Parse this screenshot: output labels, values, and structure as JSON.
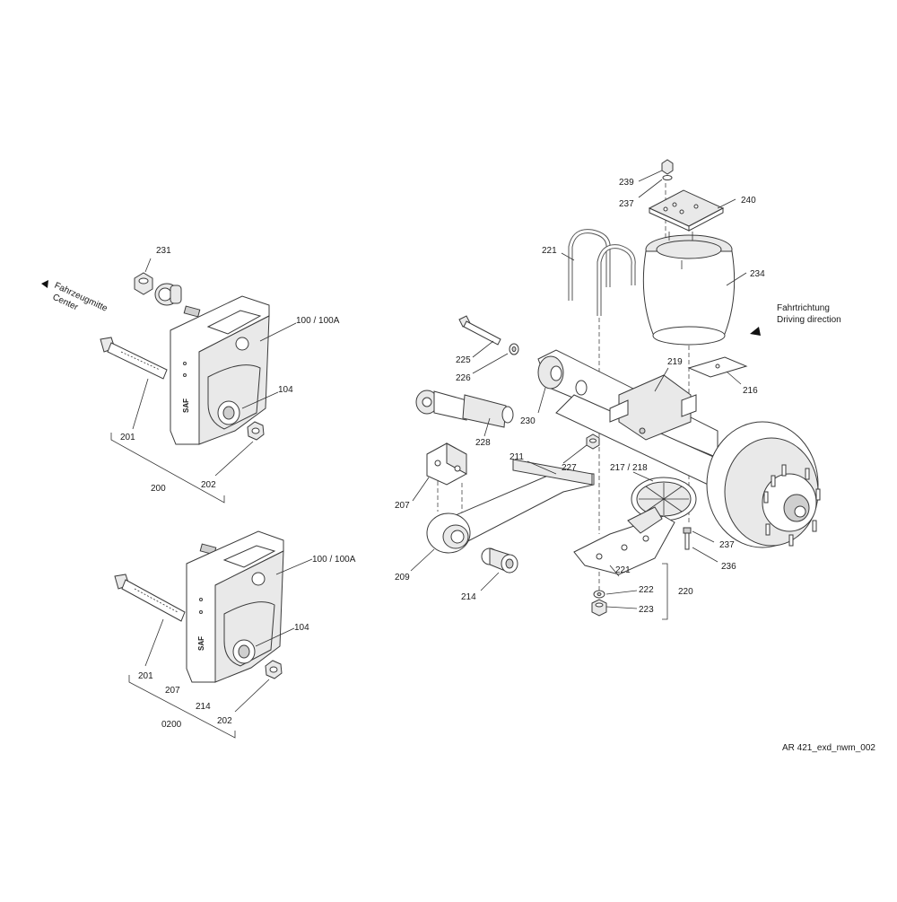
{
  "labels": {
    "l231": "231",
    "l100a": "100 / 100A",
    "l104a": "104",
    "l201a": "201",
    "l200": "200",
    "l202a": "202",
    "l100b": "100 / 100A",
    "l104b": "104",
    "l201b": "201",
    "l207b": "207",
    "l214b": "214",
    "l0200": "0200",
    "l202b": "202",
    "l239": "239",
    "l237a": "237",
    "l240": "240",
    "l221a": "221",
    "l234": "234",
    "l225": "225",
    "l226": "226",
    "l219": "219",
    "l216": "216",
    "l230": "230",
    "l228": "228",
    "l227": "227",
    "l211": "211",
    "l21718": "217 / 218",
    "l207": "207",
    "l209": "209",
    "l214": "214",
    "l237b": "237",
    "l236": "236",
    "l221b": "221",
    "l222": "222",
    "l220": "220",
    "l223": "223"
  },
  "notes": {
    "center_de": "Fahrzeugmitte",
    "center_en": "Center",
    "dir_de": "Fahrtrichtung",
    "dir_en": "Driving direction",
    "drawing_id": "AR 421_exd_nwm_002"
  }
}
